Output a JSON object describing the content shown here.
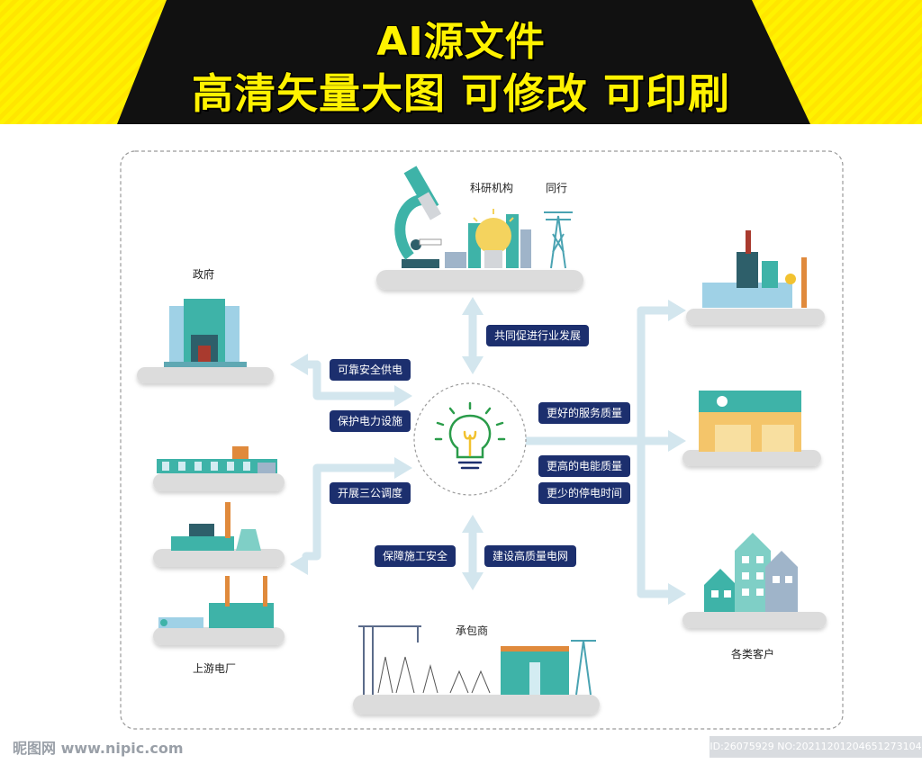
{
  "banner": {
    "line1": "AI源文件",
    "line2": "高清矢量大图 可修改 可印刷"
  },
  "nodes": {
    "research": "科研机构",
    "peers": "同行",
    "government": "政府",
    "upstream": "上游电厂",
    "contractor": "承包商",
    "customers": "各类客户"
  },
  "relations": {
    "industry": "共同促进行业发展",
    "reliable_supply": "可靠安全供电",
    "protect_facilities": "保护电力设施",
    "dispatch": "开展三公调度",
    "construction_safety": "保障施工安全",
    "grid_quality": "建设高质量电网",
    "better_service": "更好的服务质量",
    "higher_power_quality": "更高的电能质量",
    "less_outage": "更少的停电时间"
  },
  "watermark": {
    "left": "昵图网 www.nipic.com",
    "right": "ID:26075929 NO:20211201204651273104"
  },
  "colors": {
    "banner_yellow": "#fff200",
    "banner_black": "#111111",
    "pill_navy": "#1c2f6e",
    "arrow_blue": "#d3e6ee",
    "teal": "#3eb3a8",
    "bulb_green": "#2a9c4a"
  }
}
